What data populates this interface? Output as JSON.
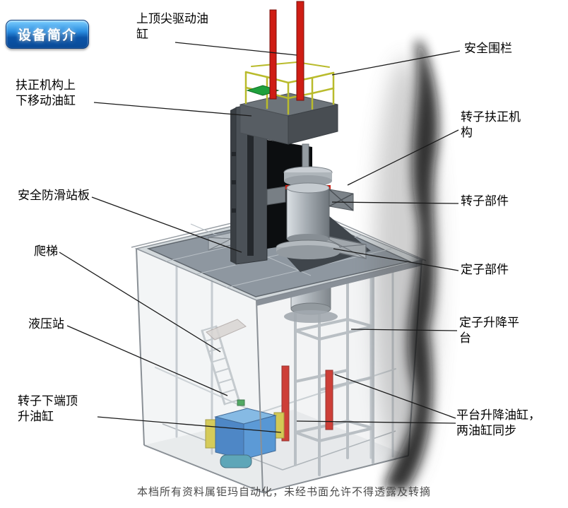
{
  "badge": {
    "label": "设备简介"
  },
  "labels": {
    "top_drive_cylinder": "上顶尖驱动油\n缸",
    "safety_fence": "安全围栏",
    "centering_move_cylinder": "扶正机构上\n下移动油缸",
    "rotor_centering_mech": "转子扶正机\n构",
    "anti_slip_board": "安全防滑站板",
    "rotor_part": "转子部件",
    "ladder": "爬梯",
    "stator_part": "定子部件",
    "hydraulic_station": "液压站",
    "stator_lift_platform": "定子升降平\n台",
    "rotor_bottom_jack": "转子下端顶\n升油缸",
    "platform_lift_cylinders": "平台升降油缸，\n两油缸同步"
  },
  "footer": {
    "text": "本档所有资料属钜玛自动化，未经书面允许不得透露及转摘"
  }
}
